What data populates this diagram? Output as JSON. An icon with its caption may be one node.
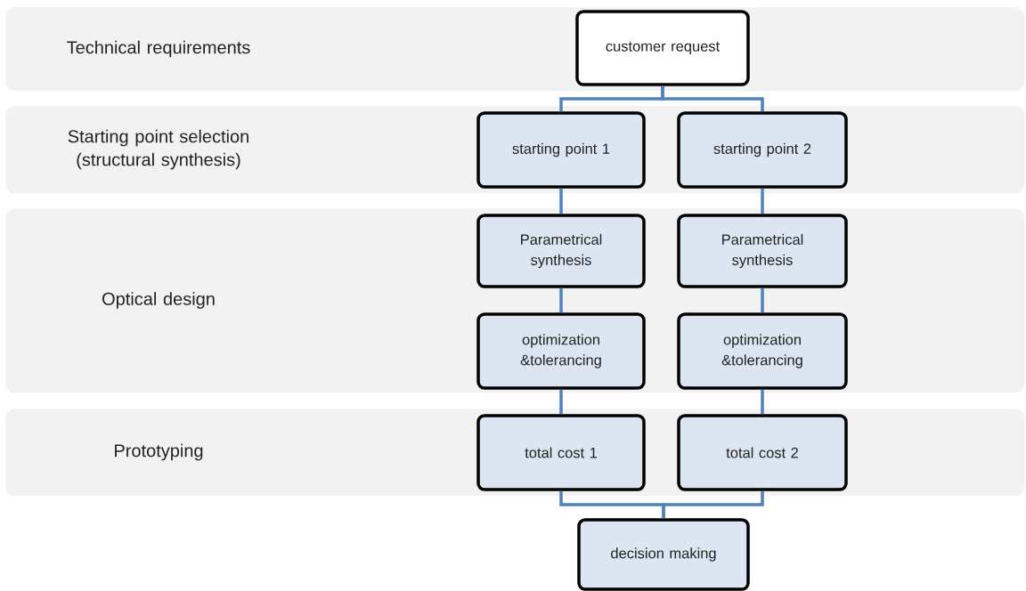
{
  "diagram": {
    "nodes": [
      {
        "text": [
          "Technical requirements"
        ]
      },
      {
        "text": [
          "customer request"
        ],
        "in": 0
      },
      {
        "text": [
          "Starting point selection (structural synthesis)"
        ]
      },
      {
        "text": [
          "starting point 1"
        ],
        "in": 2
      },
      {
        "text": [
          "starting point 2"
        ],
        "in": 2
      },
      {
        "text": [
          "Optical design"
        ]
      },
      {
        "text": [
          "Parametrical synthesis"
        ],
        "in": 5
      },
      {
        "text": [
          "Parametrical synthesis"
        ],
        "in": 5
      },
      {
        "text": [
          "optimization &tolerancing"
        ],
        "in": 5
      },
      {
        "text": [
          "optimization &tolerancing"
        ],
        "in": 5
      },
      {
        "text": [
          "Prototyping"
        ]
      },
      {
        "text": [
          "total cost 1"
        ],
        "in": 10
      },
      {
        "text": [
          "total cost 2"
        ],
        "in": 10
      },
      {
        "text": [
          "decision making"
        ]
      }
    ],
    "edges": [
      {
        "from": 1,
        "to": 3,
        "arrow": "none"
      },
      {
        "from": 1,
        "to": 4,
        "arrow": "none"
      },
      {
        "from": 3,
        "to": 6,
        "arrow": "none"
      },
      {
        "from": 6,
        "to": 8,
        "arrow": "none"
      },
      {
        "from": 8,
        "to": 11,
        "arrow": "none"
      },
      {
        "from": 4,
        "to": 7,
        "arrow": "none"
      },
      {
        "from": 7,
        "to": 9,
        "arrow": "none"
      },
      {
        "from": 9,
        "to": 12,
        "arrow": "none"
      },
      {
        "from": 11,
        "to": 13,
        "arrow": "none"
      },
      {
        "from": 12,
        "to": 13,
        "arrow": "none"
      }
    ]
  }
}
